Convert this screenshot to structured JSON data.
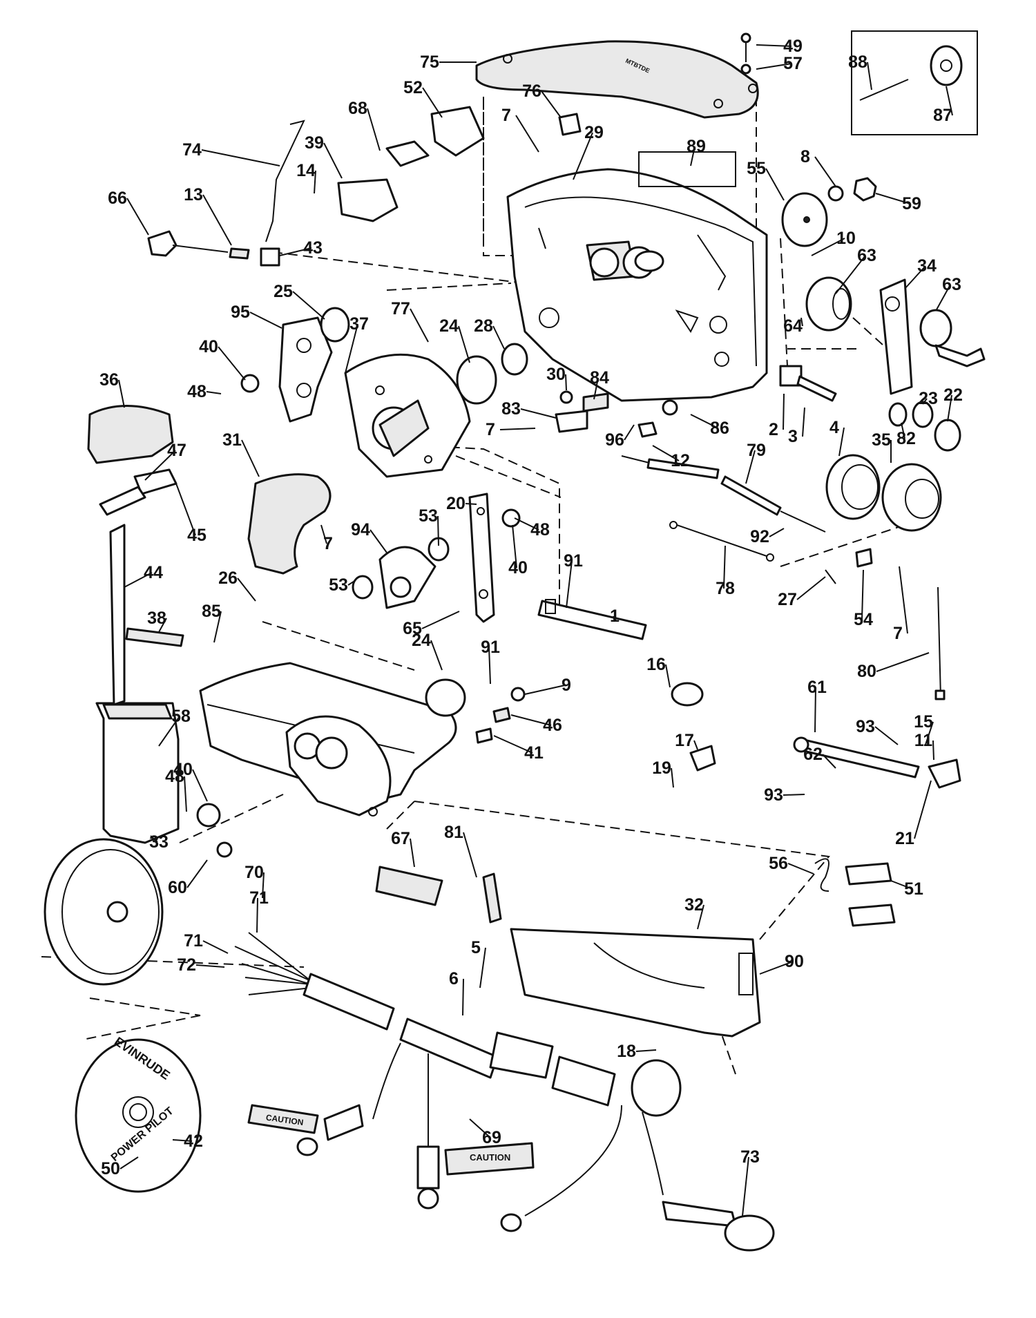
{
  "callouts": [
    {
      "n": "49"
    },
    {
      "n": "57"
    },
    {
      "n": "75"
    },
    {
      "n": "88"
    },
    {
      "n": "87"
    },
    {
      "n": "52"
    },
    {
      "n": "76"
    },
    {
      "n": "7"
    },
    {
      "n": "29"
    },
    {
      "n": "89"
    },
    {
      "n": "68"
    },
    {
      "n": "39"
    },
    {
      "n": "74"
    },
    {
      "n": "14"
    },
    {
      "n": "66"
    },
    {
      "n": "13"
    },
    {
      "n": "43"
    },
    {
      "n": "8"
    },
    {
      "n": "55"
    },
    {
      "n": "59"
    },
    {
      "n": "10"
    },
    {
      "n": "63"
    },
    {
      "n": "34"
    },
    {
      "n": "63"
    },
    {
      "n": "64"
    },
    {
      "n": "25"
    },
    {
      "n": "95"
    },
    {
      "n": "37"
    },
    {
      "n": "77"
    },
    {
      "n": "24"
    },
    {
      "n": "28"
    },
    {
      "n": "40"
    },
    {
      "n": "48"
    },
    {
      "n": "36"
    },
    {
      "n": "30"
    },
    {
      "n": "84"
    },
    {
      "n": "83"
    },
    {
      "n": "7"
    },
    {
      "n": "96"
    },
    {
      "n": "2"
    },
    {
      "n": "3"
    },
    {
      "n": "4"
    },
    {
      "n": "86"
    },
    {
      "n": "82"
    },
    {
      "n": "23"
    },
    {
      "n": "22"
    },
    {
      "n": "47"
    },
    {
      "n": "31"
    },
    {
      "n": "12"
    },
    {
      "n": "79"
    },
    {
      "n": "35"
    },
    {
      "n": "45"
    },
    {
      "n": "20"
    },
    {
      "n": "48"
    },
    {
      "n": "92"
    },
    {
      "n": "94"
    },
    {
      "n": "53"
    },
    {
      "n": "40"
    },
    {
      "n": "7"
    },
    {
      "n": "78"
    },
    {
      "n": "44"
    },
    {
      "n": "26"
    },
    {
      "n": "53"
    },
    {
      "n": "91"
    },
    {
      "n": "27"
    },
    {
      "n": "54"
    },
    {
      "n": "7"
    },
    {
      "n": "65"
    },
    {
      "n": "1"
    },
    {
      "n": "38"
    },
    {
      "n": "85"
    },
    {
      "n": "24"
    },
    {
      "n": "91"
    },
    {
      "n": "16"
    },
    {
      "n": "80"
    },
    {
      "n": "9"
    },
    {
      "n": "61"
    },
    {
      "n": "15"
    },
    {
      "n": "58"
    },
    {
      "n": "46"
    },
    {
      "n": "17"
    },
    {
      "n": "93"
    },
    {
      "n": "11"
    },
    {
      "n": "41"
    },
    {
      "n": "62"
    },
    {
      "n": "19"
    },
    {
      "n": "40"
    },
    {
      "n": "48"
    },
    {
      "n": "93"
    },
    {
      "n": "33"
    },
    {
      "n": "67"
    },
    {
      "n": "21"
    },
    {
      "n": "60"
    },
    {
      "n": "81"
    },
    {
      "n": "56"
    },
    {
      "n": "70"
    },
    {
      "n": "51"
    },
    {
      "n": "71"
    },
    {
      "n": "32"
    },
    {
      "n": "71"
    },
    {
      "n": "90"
    },
    {
      "n": "72"
    },
    {
      "n": "5"
    },
    {
      "n": "6"
    },
    {
      "n": "18"
    },
    {
      "n": "69"
    },
    {
      "n": "50"
    },
    {
      "n": "42"
    },
    {
      "n": "73"
    }
  ],
  "hub_cap_text": {
    "top": "EVINRUDE",
    "bottom": "POWER PILOT"
  },
  "decals": {
    "caution_left": "CAUTION",
    "caution_right": "CAUTION"
  }
}
